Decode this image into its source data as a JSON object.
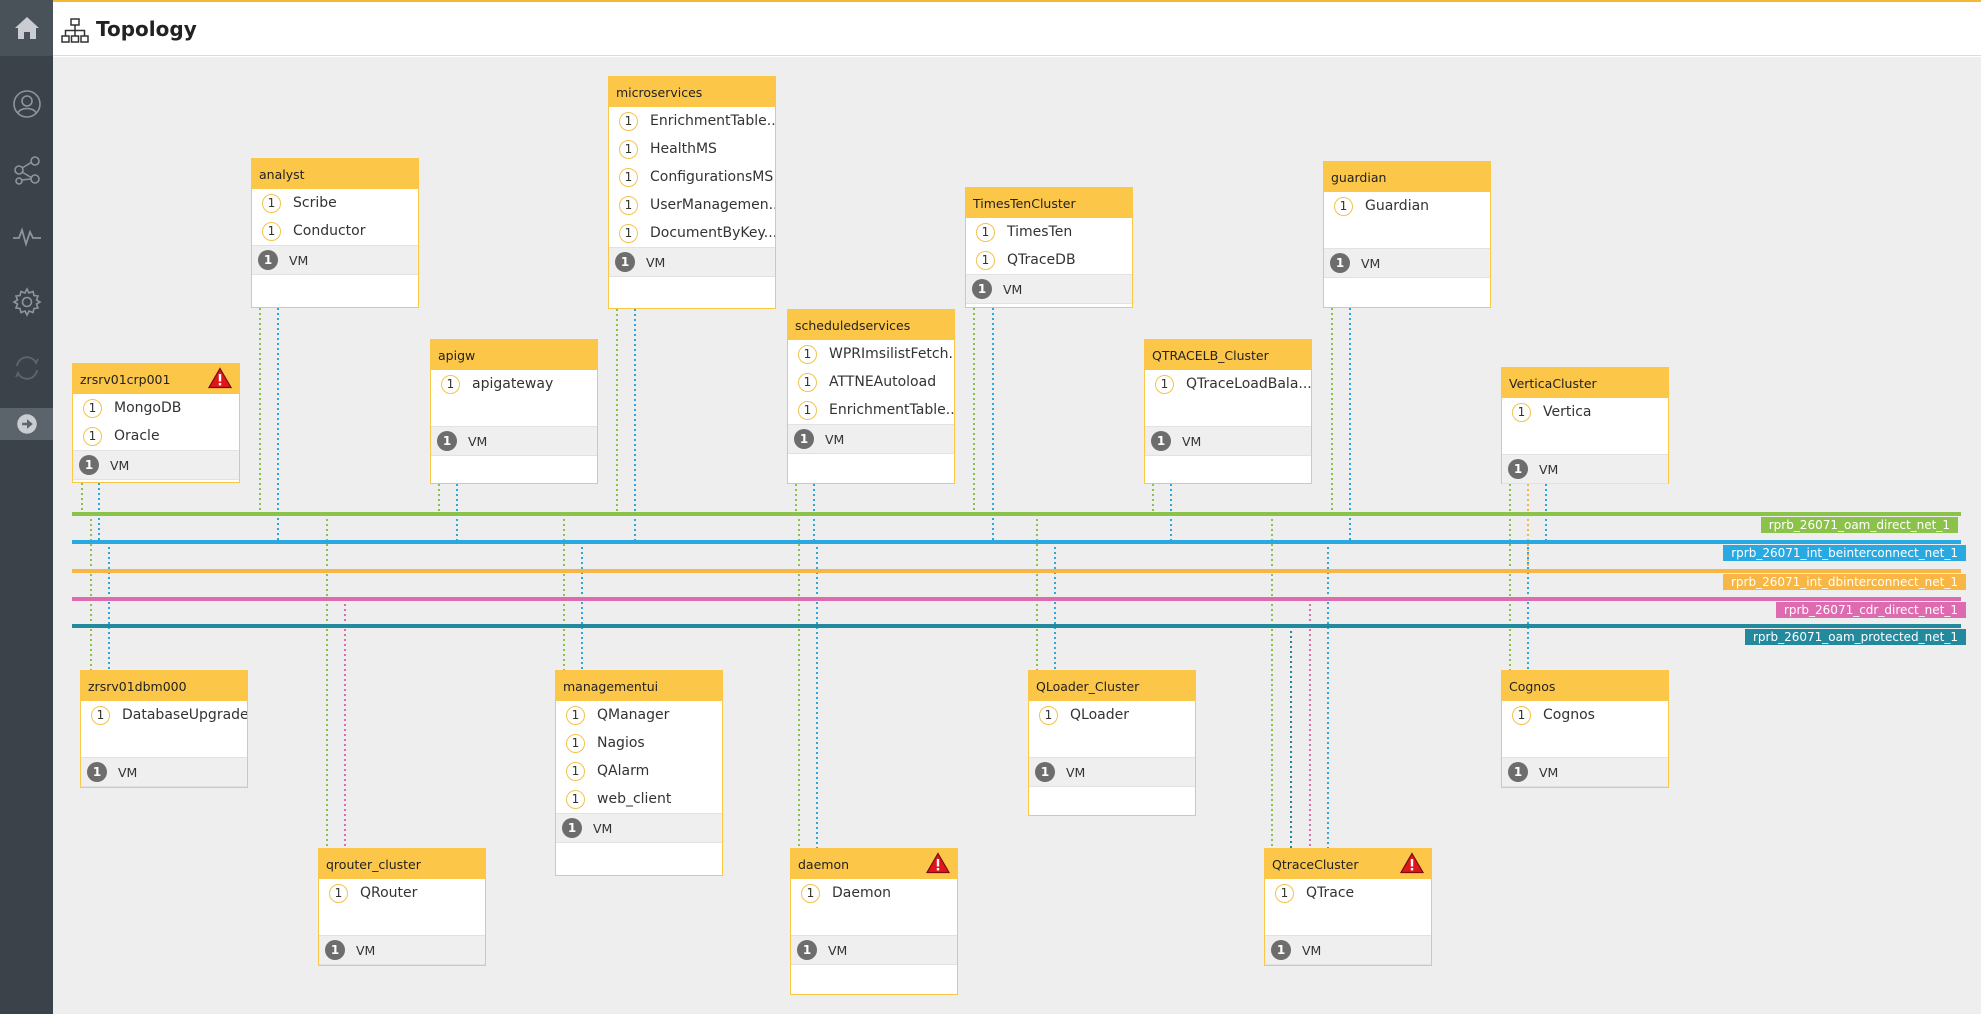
{
  "header": {
    "title": "Topology"
  },
  "sidebar": {
    "items": [
      "home-icon",
      "user-icon",
      "topology-icon",
      "pulse-icon",
      "gear-icon",
      "sync-icon",
      "arrow-right-icon"
    ]
  },
  "colors": {
    "accent": "#fcc649",
    "sidebar": "#3b4249"
  },
  "networks": [
    {
      "name": "rprb_26071_oam_direct_net_1",
      "color": "#8bc34a"
    },
    {
      "name": "rprb_26071_int_beinterconnect_net_1",
      "color": "#29a9e1"
    },
    {
      "name": "rprb_26071_int_dbinterconnect_net_1",
      "color": "#f8b645"
    },
    {
      "name": "rprb_26071_cdr_direct_net_1",
      "color": "#de6bb0"
    },
    {
      "name": "rprb_26071_oam_protected_net_1",
      "color": "#238a9e"
    }
  ],
  "nodes": [
    {
      "name": "zrsrv01crp001",
      "alert": true,
      "services": [
        {
          "count": "1",
          "name": "MongoDB"
        },
        {
          "count": "1",
          "name": "Oracle"
        }
      ],
      "vm": {
        "count": "1",
        "label": "VM"
      }
    },
    {
      "name": "analyst",
      "alert": false,
      "services": [
        {
          "count": "1",
          "name": "Scribe"
        },
        {
          "count": "1",
          "name": "Conductor"
        }
      ],
      "vm": {
        "count": "1",
        "label": "VM"
      }
    },
    {
      "name": "apigw",
      "alert": false,
      "services": [
        {
          "count": "1",
          "name": "apigateway"
        }
      ],
      "vm": {
        "count": "1",
        "label": "VM"
      }
    },
    {
      "name": "microservices",
      "alert": false,
      "services": [
        {
          "count": "1",
          "name": "EnrichmentTable..."
        },
        {
          "count": "1",
          "name": "HealthMS"
        },
        {
          "count": "1",
          "name": "ConfigurationsMS"
        },
        {
          "count": "1",
          "name": "UserManagemen..."
        },
        {
          "count": "1",
          "name": "DocumentByKey..."
        }
      ],
      "vm": {
        "count": "1",
        "label": "VM"
      }
    },
    {
      "name": "scheduledservices",
      "alert": false,
      "services": [
        {
          "count": "1",
          "name": "WPRImsilistFetch..."
        },
        {
          "count": "1",
          "name": "ATTNEAutoload"
        },
        {
          "count": "1",
          "name": "EnrichmentTable..."
        }
      ],
      "vm": {
        "count": "1",
        "label": "VM"
      }
    },
    {
      "name": "TimesTenCluster",
      "alert": false,
      "services": [
        {
          "count": "1",
          "name": "TimesTen"
        },
        {
          "count": "1",
          "name": "QTraceDB"
        }
      ],
      "vm": {
        "count": "1",
        "label": "VM"
      }
    },
    {
      "name": "QTRACELB_Cluster",
      "alert": false,
      "services": [
        {
          "count": "1",
          "name": "QTraceLoadBala..."
        }
      ],
      "vm": {
        "count": "1",
        "label": "VM"
      }
    },
    {
      "name": "guardian",
      "alert": false,
      "services": [
        {
          "count": "1",
          "name": "Guardian"
        }
      ],
      "vm": {
        "count": "1",
        "label": "VM"
      }
    },
    {
      "name": "VerticaCluster",
      "alert": false,
      "services": [
        {
          "count": "1",
          "name": "Vertica"
        }
      ],
      "vm": {
        "count": "1",
        "label": "VM"
      }
    },
    {
      "name": "zrsrv01dbm000",
      "alert": false,
      "services": [
        {
          "count": "1",
          "name": "DatabaseUpgrade"
        }
      ],
      "vm": {
        "count": "1",
        "label": "VM"
      }
    },
    {
      "name": "managementui",
      "alert": false,
      "services": [
        {
          "count": "1",
          "name": "QManager"
        },
        {
          "count": "1",
          "name": "Nagios"
        },
        {
          "count": "1",
          "name": "QAlarm"
        },
        {
          "count": "1",
          "name": "web_client"
        }
      ],
      "vm": {
        "count": "1",
        "label": "VM"
      }
    },
    {
      "name": "QLoader_Cluster",
      "alert": false,
      "services": [
        {
          "count": "1",
          "name": "QLoader"
        }
      ],
      "vm": {
        "count": "1",
        "label": "VM"
      }
    },
    {
      "name": "Cognos",
      "alert": false,
      "services": [
        {
          "count": "1",
          "name": "Cognos"
        }
      ],
      "vm": {
        "count": "1",
        "label": "VM"
      }
    },
    {
      "name": "qrouter_cluster",
      "alert": false,
      "services": [
        {
          "count": "1",
          "name": "QRouter"
        }
      ],
      "vm": {
        "count": "1",
        "label": "VM"
      }
    },
    {
      "name": "daemon",
      "alert": true,
      "services": [
        {
          "count": "1",
          "name": "Daemon"
        }
      ],
      "vm": {
        "count": "1",
        "label": "VM"
      }
    },
    {
      "name": "QtraceCluster",
      "alert": true,
      "services": [
        {
          "count": "1",
          "name": "QTrace"
        }
      ],
      "vm": {
        "count": "1",
        "label": "VM"
      }
    }
  ]
}
